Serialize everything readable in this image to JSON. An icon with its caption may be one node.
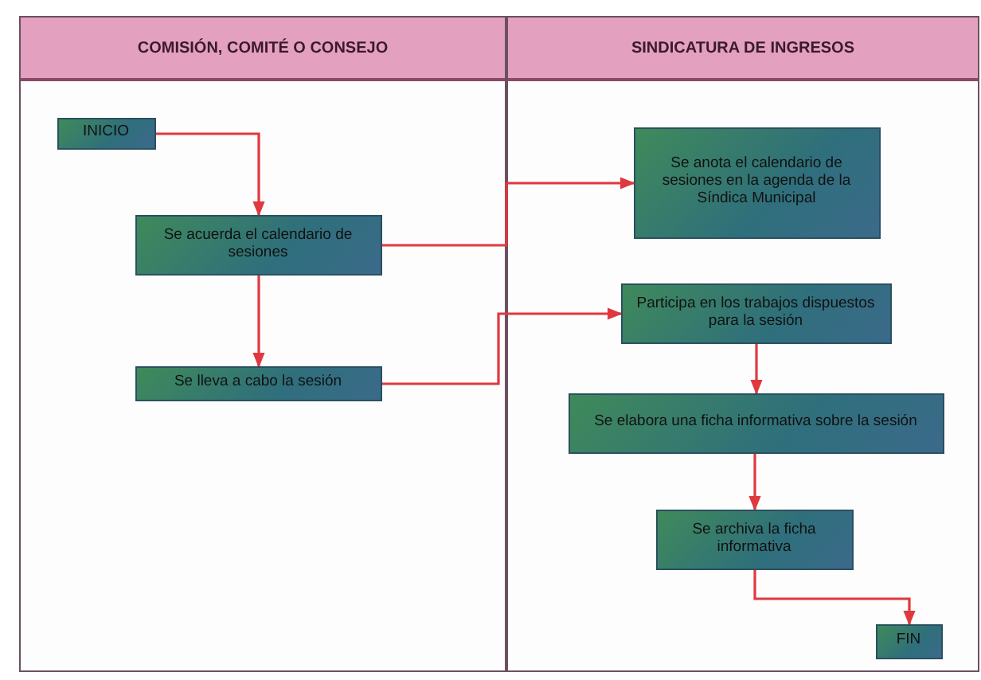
{
  "diagram": {
    "nodes": [
      {
        "text": [
          "COMISIÓN, COMITÉ O CONSEJO"
        ]
      },
      {
        "text": [
          "SINDICATURA DE INGRESOS"
        ]
      },
      {
        "text": [
          "INICIO"
        ],
        "in": 0
      },
      {
        "text": [
          "Se acuerda el calendario de sesiones"
        ],
        "in": 0
      },
      {
        "text": [
          "Se lleva a cabo la sesión"
        ],
        "in": 0
      },
      {
        "text": [
          "Se anota el calendario de sesiones en la agenda de la Síndica Municipal"
        ],
        "in": 1
      },
      {
        "text": [
          "Participa en los trabajos dispuestos para la sesión"
        ],
        "in": 1
      },
      {
        "text": [
          "Se elabora una ficha informativa sobre la sesión"
        ],
        "in": 1
      },
      {
        "text": [
          "Se archiva la ficha informativa"
        ],
        "in": 1
      },
      {
        "text": [
          "FIN"
        ],
        "in": 1
      }
    ],
    "edges": [
      {
        "from": 2,
        "to": 3,
        "arrow": "to"
      },
      {
        "from": 3,
        "to": 4,
        "arrow": "to"
      },
      {
        "from": 3,
        "to": 5,
        "arrow": "to"
      },
      {
        "from": 4,
        "to": 6,
        "arrow": "to"
      },
      {
        "from": 6,
        "to": 7,
        "arrow": "to"
      },
      {
        "from": 7,
        "to": 8,
        "arrow": "to"
      },
      {
        "from": 8,
        "to": 9,
        "arrow": "to"
      }
    ]
  }
}
